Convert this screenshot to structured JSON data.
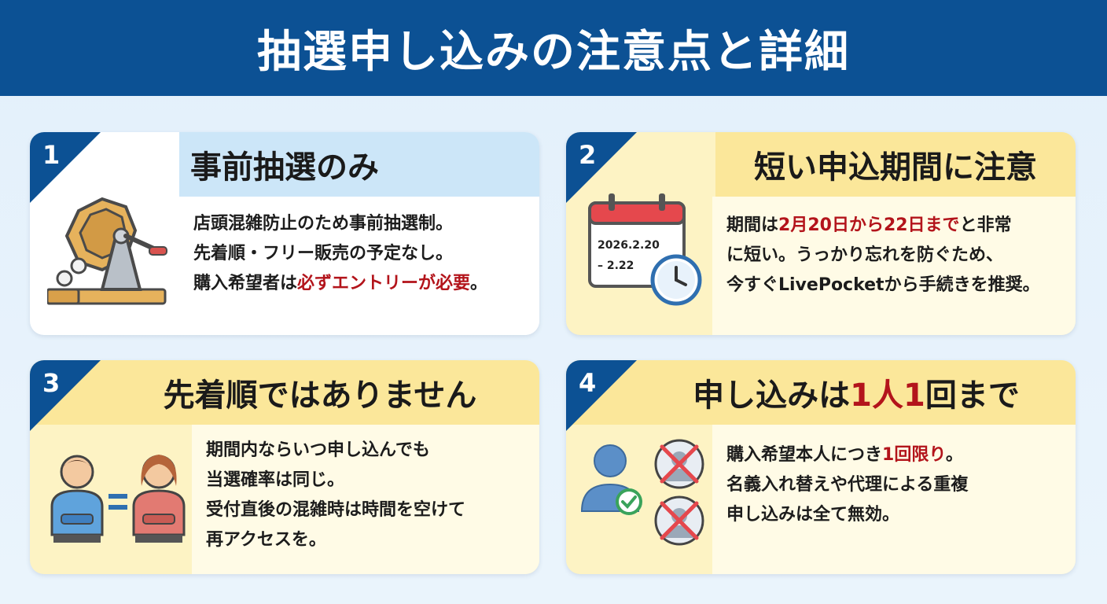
{
  "header": {
    "title": "抽選申し込みの注意点と詳細"
  },
  "cards": [
    {
      "number": "1",
      "title": "事前抽選のみ",
      "lines": [
        "店頭混雑防止のため事前抽選制。",
        "先着順・フリー販売の予定なし。"
      ],
      "line3_pre": "購入希望者は",
      "line3_accent": "必ずエントリーが必要",
      "line3_post": "。",
      "icon": "lottery-machine-icon"
    },
    {
      "number": "2",
      "title": "短い申込期間に注意",
      "line1_pre": "期間は",
      "line1_accent": "2月20日から22日まで",
      "line1_post": "と非常",
      "lines": [
        "に短い。うっかり忘れを防ぐため、",
        "今すぐLivePocketから手続きを推奨。"
      ],
      "calendar_line1": "2026.2.20",
      "calendar_line2": "– 2.22",
      "icon": "calendar-clock-icon",
      "accent_color": "#b3141b"
    },
    {
      "number": "3",
      "title": "先着順ではありません",
      "lines": [
        "期間内ならいつ申し込んでも",
        "当選確率は同じ。",
        "受付直後の混雑時は時間を空けて",
        "再アクセスを。"
      ],
      "icon": "equal-people-icon"
    },
    {
      "number": "4",
      "title_pre": "申し込みは",
      "title_accent": "1人1",
      "title_post": "回まで",
      "line1_pre": "購入希望本人につき",
      "line1_accent": "1回限り",
      "line1_post": "。",
      "lines": [
        "名義入れ替えや代理による重複",
        "申し込みは全て無効。"
      ],
      "icon": "one-person-only-icon"
    }
  ],
  "colors": {
    "header": "#0c5194",
    "accent": "#b3141b",
    "blue_band": "#cce6f8",
    "yellow_band": "#fbe79a"
  }
}
